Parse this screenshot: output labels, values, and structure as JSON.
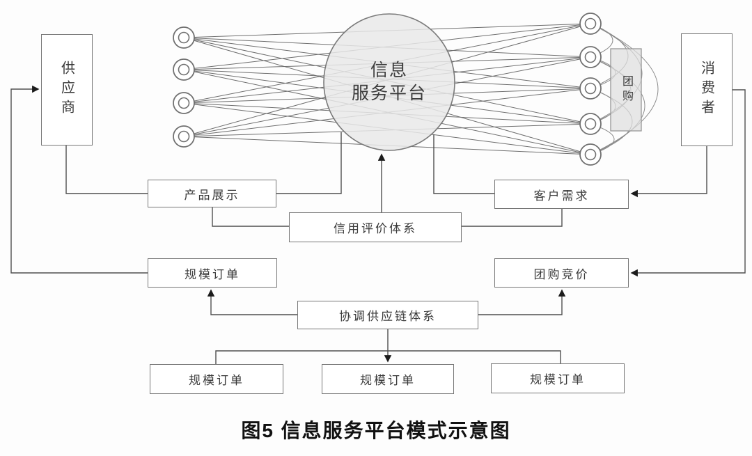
{
  "diagram": {
    "caption": "图5  信息服务平台模式示意图",
    "platform": {
      "line1": "信息",
      "line2": "服务平台"
    },
    "supplier_label": "供应商",
    "consumer_label": "消费者",
    "group_buy_label": "团购",
    "boxes": {
      "product_display": "产品展示",
      "customer_demand": "客户需求",
      "credit_evaluation": "信用评价体系",
      "scale_order_left": "规模订单",
      "group_buy_bidding": "团购竞价",
      "supply_chain": "协调供应链体系",
      "scale_order_bottom_1": "规模订单",
      "scale_order_bottom_2": "规模订单",
      "scale_order_bottom_3": "规模订单"
    },
    "node_counts": {
      "supplier_nodes": 4,
      "consumer_nodes": 5
    },
    "colors": {
      "mesh_line": "#6e6e6e",
      "connector_line": "#4f4f4f",
      "arc_line": "#8b8b8b",
      "box_border": "#767676",
      "ellipse_fill": "#e9e9e9",
      "ellipse_stroke": "#7a7a7a",
      "node_stroke": "#707070",
      "arrow": "#1c1c1c"
    }
  }
}
